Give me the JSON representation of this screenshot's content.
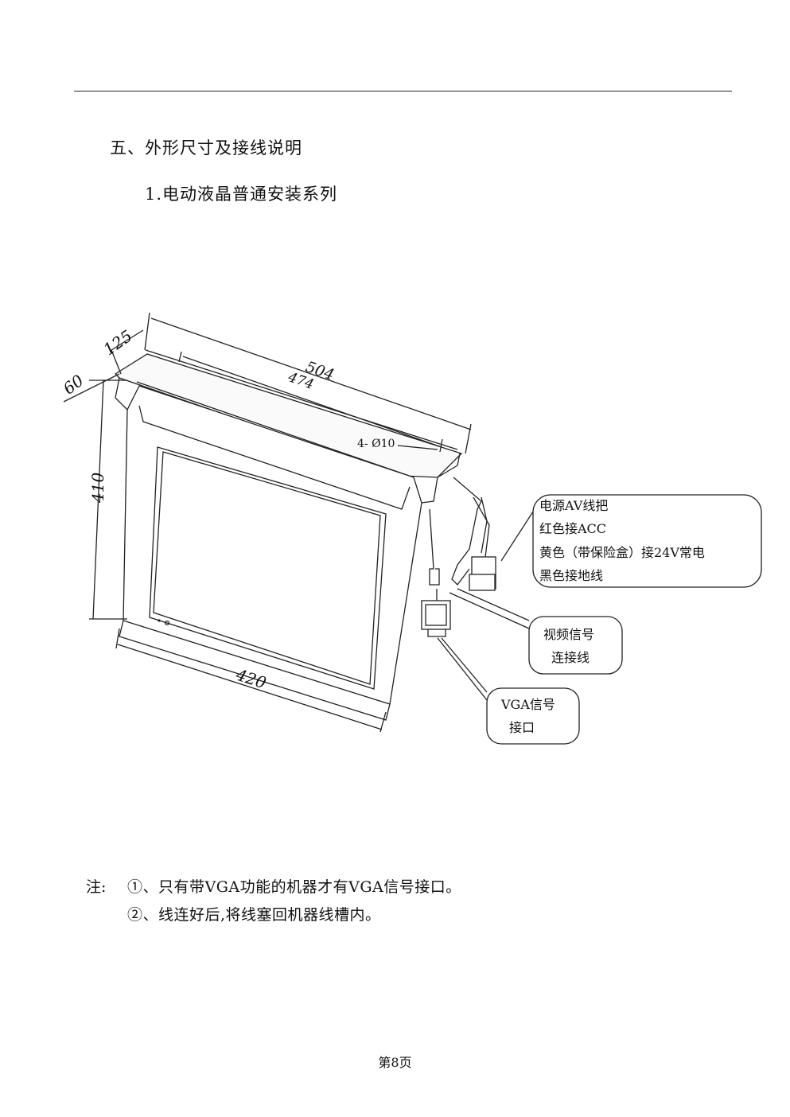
{
  "heading": "五、外形尺寸及接线说明",
  "subheading": "1.电动液晶普通安装系列",
  "dimensions": {
    "d125": "125",
    "d60": "60",
    "d504": "504",
    "d474": "474",
    "d410": "410",
    "d420": "420",
    "hole": "4- Ø10"
  },
  "callouts": {
    "power": {
      "lines": [
        "电源AV线把",
        "红色接ACC",
        "黄色（带保险盒）接24V常电",
        "黑色接地线"
      ]
    },
    "video": {
      "lines": [
        "视频信号",
        "连接线"
      ]
    },
    "vga": {
      "lines": [
        "VGA信号",
        "接口"
      ]
    }
  },
  "notes": {
    "prefix": "注:",
    "items": [
      "①、只有带VGA功能的机器才有VGA信号接口。",
      "②、线连好后,将线塞回机器线槽内。"
    ]
  },
  "page_number": "第8页"
}
